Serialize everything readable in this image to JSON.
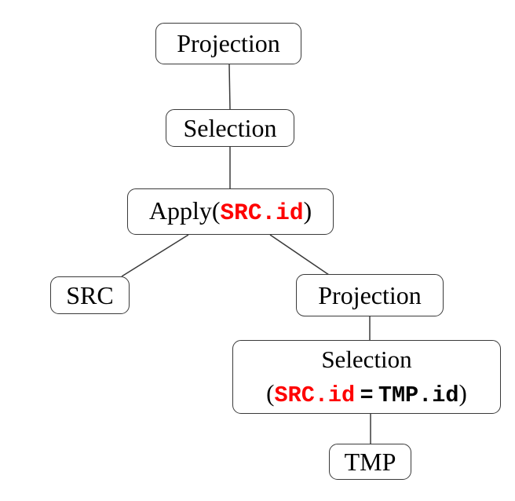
{
  "diagram": {
    "type": "tree",
    "description": "Relational algebra operator tree",
    "colors": {
      "background": "#ffffff",
      "text": "#000000",
      "accent_red": "#fe0000",
      "node_border": "#3a3a3a",
      "edge": "#3a3a3a"
    },
    "nodes": {
      "projection_top": {
        "label": "Projection"
      },
      "selection_top": {
        "label": "Selection"
      },
      "apply": {
        "prefix": "Apply(",
        "arg": "SRC.id",
        "suffix": ")"
      },
      "src": {
        "label": "SRC"
      },
      "projection_right": {
        "label": "Projection"
      },
      "selection_join": {
        "line1": "Selection",
        "open_paren": "(",
        "left_operand": "SRC.id",
        "operator": "=",
        "right_operand": "TMP.id",
        "close_paren": ")"
      },
      "tmp": {
        "label": "TMP"
      }
    },
    "edges": [
      {
        "from": "projection_top",
        "to": "selection_top"
      },
      {
        "from": "selection_top",
        "to": "apply"
      },
      {
        "from": "apply",
        "to": "src"
      },
      {
        "from": "apply",
        "to": "projection_right"
      },
      {
        "from": "projection_right",
        "to": "selection_join"
      },
      {
        "from": "selection_join",
        "to": "tmp"
      }
    ]
  }
}
